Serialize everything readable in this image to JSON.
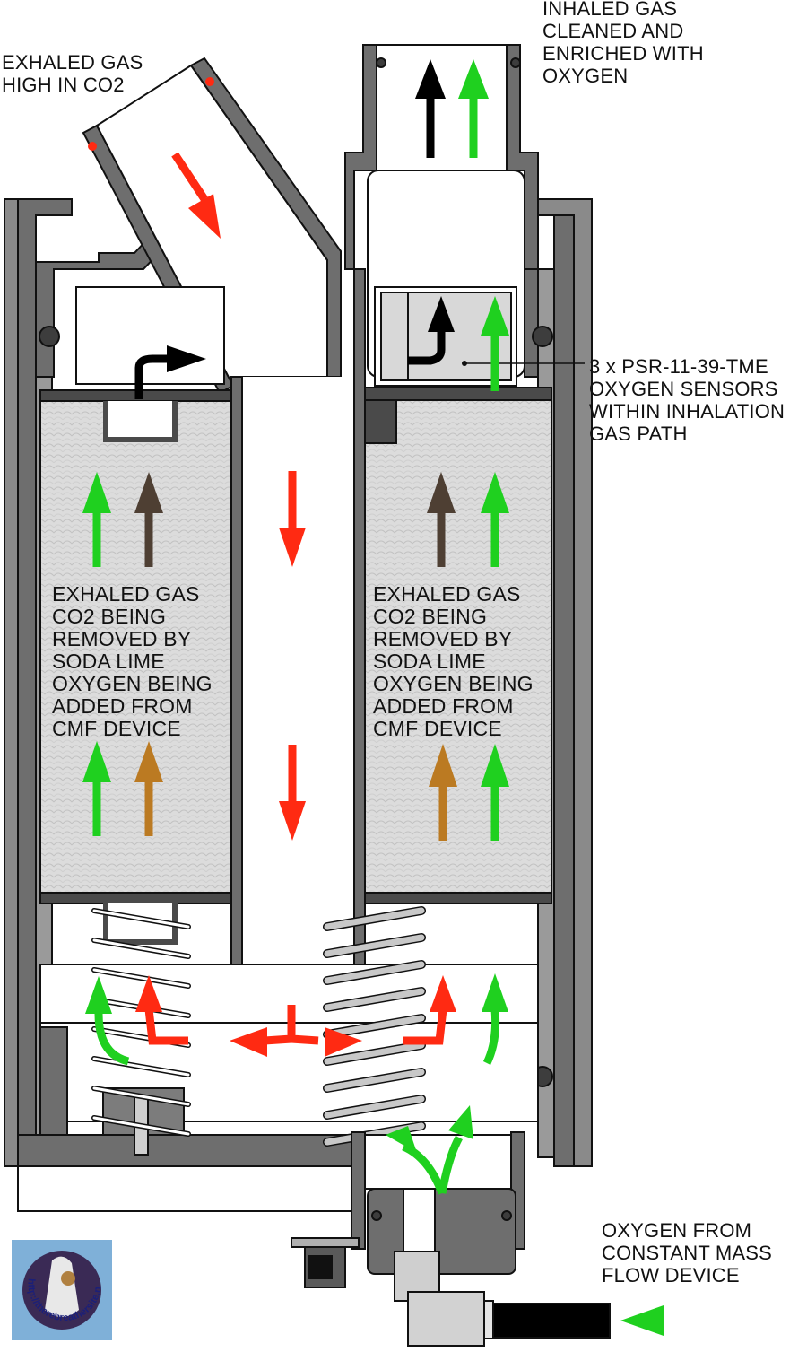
{
  "labels": {
    "exhaled_in": [
      "EXHALED GAS",
      "HIGH IN CO2"
    ],
    "inhaled_out": [
      "INHALED GAS",
      "CLEANED AND",
      "ENRICHED WITH",
      "OXYGEN"
    ],
    "sensors": [
      "3 x PSR-11-39-TME",
      "OXYGEN SENSORS",
      "WITHIN INHALATION",
      "GAS PATH"
    ],
    "left_canister": [
      "EXHALED GAS",
      "CO2 BEING",
      "REMOVED BY",
      "SODA LIME",
      "OXYGEN BEING",
      "ADDED FROM",
      "CMF DEVICE"
    ],
    "right_canister": [
      "EXHALED GAS",
      "CO2 BEING",
      "REMOVED BY",
      "SODA LIME",
      "OXYGEN BEING",
      "ADDED FROM",
      "CMF DEVICE"
    ],
    "oxygen_source": [
      "OXYGEN FROM",
      "CONSTANT MASS",
      "FLOW DEVICE"
    ]
  },
  "logo": {
    "text": "http://therebreathersite.nl"
  },
  "colors": {
    "housing": "#6e6e6e",
    "housing_light": "#9a9a9a",
    "housing_dark": "#4a4a4a",
    "soda_lime": "#dcdcdc",
    "exhaled_arrow": "#ff2a12",
    "oxygen_arrow": "#1fd01f",
    "co2_arrow": "#4e3f33",
    "added_o2_arrow": "#bb7a22",
    "gas_arrow": "#000000",
    "logo_bg": "#7fb0d8",
    "logo_circle": "#3a2a55"
  }
}
